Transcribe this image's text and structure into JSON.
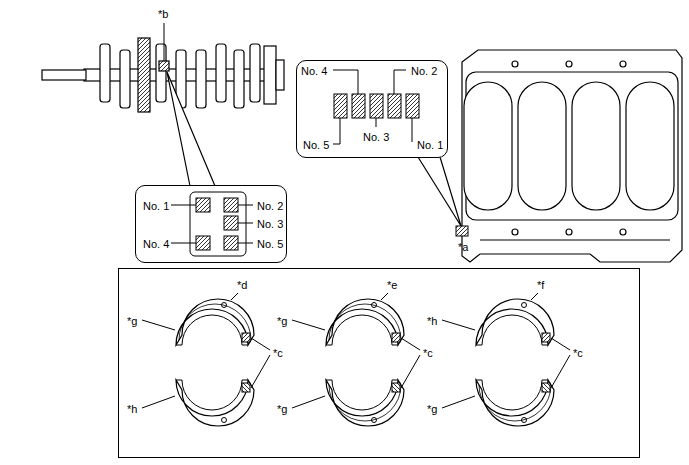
{
  "diagram": {
    "nodes": [
      {
        "text": [
          "No. 4",
          "No. 2",
          "No. 3",
          "No. 5",
          "No. 1"
        ]
      },
      {
        "text": [
          "No. 1",
          "No. 2",
          "No. 3",
          "No. 4",
          "No. 5"
        ]
      },
      {
        "text": [
          "*d",
          "*e",
          "*f",
          "*g",
          "*g",
          "*h",
          "*c",
          "*c",
          "*c",
          "*h",
          "*g",
          "*g"
        ]
      }
    ],
    "labels": [
      "*b",
      "*a"
    ]
  }
}
